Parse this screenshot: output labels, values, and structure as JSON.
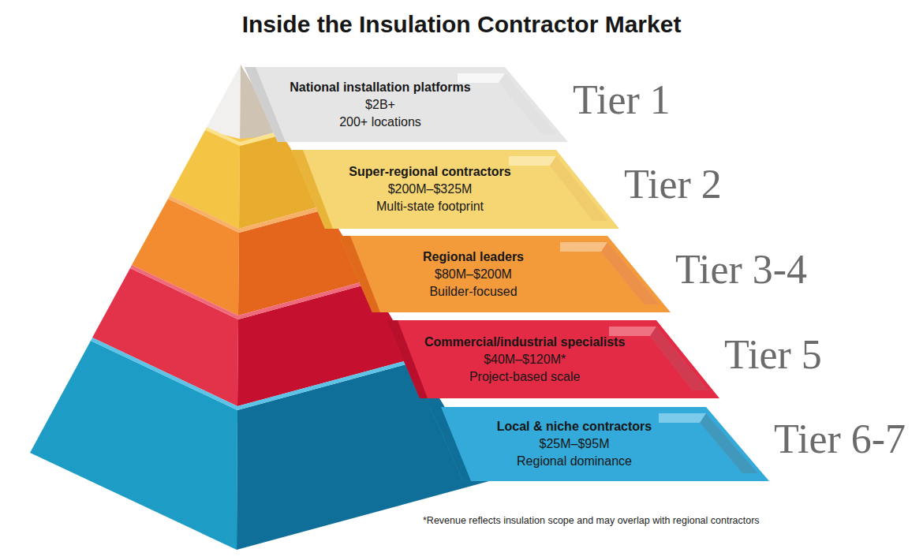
{
  "diagram": {
    "title": "Inside the Insulation Contractor Market",
    "nodes": [
      {
        "text": [
          "National installation platforms",
          "$2B+",
          "200+ locations",
          "Tier 1"
        ]
      },
      {
        "text": [
          "Super-regional contractors",
          "$200M–$325M",
          "Multi-state footprint",
          "Tier 2"
        ]
      },
      {
        "text": [
          "Regional leaders",
          "$80M–$200M",
          "Builder-focused",
          "Tier 3-4"
        ]
      },
      {
        "text": [
          "Commercial/industrial specialists",
          "$40M–$120M*",
          "Project-based scale",
          "Tier 5"
        ]
      },
      {
        "text": [
          "Local & niche contractors",
          "$25M–$95M",
          "Regional dominance",
          "Tier 6-7"
        ]
      }
    ],
    "labels": [
      "*Revenue reflects insulation scope and may overlap with regional contractors"
    ]
  }
}
